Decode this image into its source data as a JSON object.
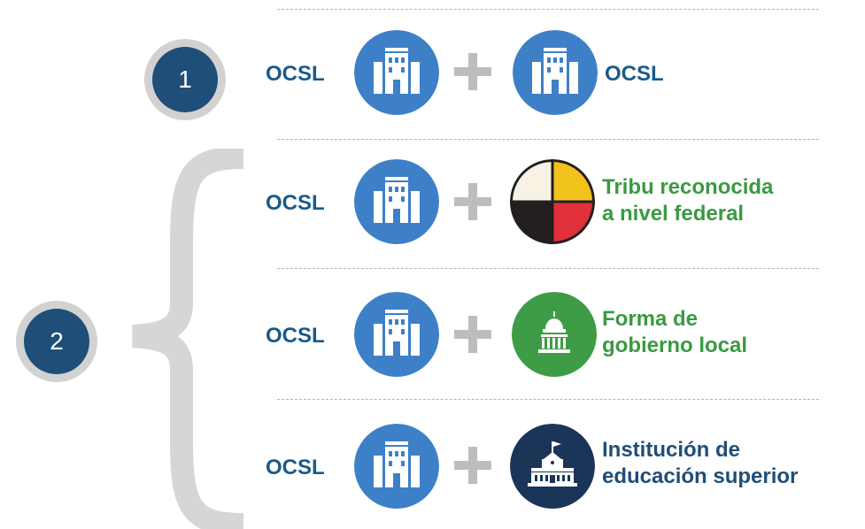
{
  "colors": {
    "ocsl_blue": "#3e80c8",
    "plus_gray": "#bdbdbd",
    "badge_ring": "#d2d2d2",
    "badge_fill": "#1f4e79",
    "brace_gray": "#d6d6d6",
    "medicine_white": "#f7f2e3",
    "medicine_yellow": "#f1c21b",
    "medicine_black": "#231f20",
    "medicine_red": "#e0303a",
    "gov_green": "#3f9c46",
    "edu_navy": "#1a3557"
  },
  "options": [
    {
      "number": "1",
      "ocsl_label": "OCSL",
      "left_icon": "school-building-icon",
      "plus": "plus-icon",
      "right_icon": "school-building-icon",
      "right_label": "OCSL"
    },
    {
      "number": "2",
      "pairs": [
        {
          "ocsl_label": "OCSL",
          "left_icon": "school-building-icon",
          "plus": "plus-icon",
          "right_icon": "medicine-wheel-icon",
          "label_line1": "Tribu reconocida",
          "label_line2": "a nivel federal"
        },
        {
          "ocsl_label": "OCSL",
          "left_icon": "school-building-icon",
          "plus": "plus-icon",
          "right_icon": "capitol-building-icon",
          "label_line1": "Forma de",
          "label_line2": "gobierno local"
        },
        {
          "ocsl_label": "OCSL",
          "left_icon": "school-building-icon",
          "plus": "plus-icon",
          "right_icon": "university-building-icon",
          "label_line1": "Institución de",
          "label_line2": "educación superior"
        }
      ]
    }
  ]
}
